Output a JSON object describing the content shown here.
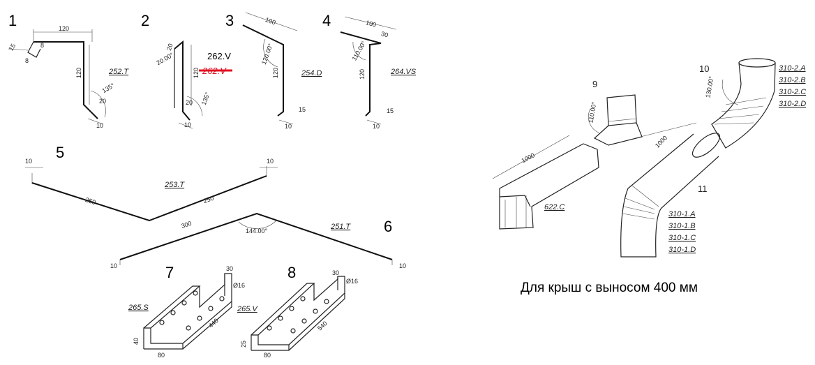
{
  "numbers": {
    "n1": "1",
    "n2": "2",
    "n3": "3",
    "n4": "4",
    "n5": "5",
    "n6": "6",
    "n7": "7",
    "n8": "8",
    "n9": "9",
    "n10": "10",
    "n11": "11"
  },
  "d1": {
    "top": "120",
    "side": "120",
    "lip": "15",
    "a": "8",
    "b": "8",
    "flange": "10",
    "r": "20",
    "ang": "135°",
    "code": "252.T"
  },
  "d2": {
    "label_new": "262.V",
    "label_old": "262.V",
    "ang": "20.00°",
    "side": "120",
    "top": "20",
    "r": "20",
    "ang2": "135°",
    "flange": "10"
  },
  "d3": {
    "top": "100",
    "ang": "120.00°",
    "side": "120",
    "lip": "15",
    "flange": "10",
    "code": "254.D"
  },
  "d4": {
    "top": "100",
    "lip": "30",
    "ang": "110.00°",
    "side": "120",
    "s2": "15",
    "flange": "10",
    "code": "264.VS"
  },
  "d5": {
    "l": "250",
    "r": "250",
    "el": "10",
    "er": "10",
    "code": "253.T"
  },
  "d6": {
    "l": "300",
    "ang": "144.00°",
    "el": "10",
    "er": "10",
    "code": "251.T"
  },
  "d7": {
    "w": "30",
    "hole": "Ø16",
    "len": "440",
    "h": "40",
    "b": "80",
    "code": "265.S"
  },
  "d8": {
    "w": "30",
    "hole": "Ø16",
    "len": "540",
    "h": "25",
    "b": "80",
    "code": "265.V"
  },
  "d9": {
    "ang": "110.00°",
    "len": "1000",
    "code": "622.C"
  },
  "d10": {
    "ang": "130.00°",
    "codes": [
      "310-2.A",
      "310-2.B",
      "310-2.C",
      "310-2.D"
    ]
  },
  "d11": {
    "len": "1000",
    "codes": [
      "310-1.A",
      "310-1.B",
      "310-1.C",
      "310-1.D"
    ]
  },
  "caption": "Для крыш с выносом 400 мм",
  "colors": {
    "strike": "#e01020",
    "line": "#222222"
  }
}
